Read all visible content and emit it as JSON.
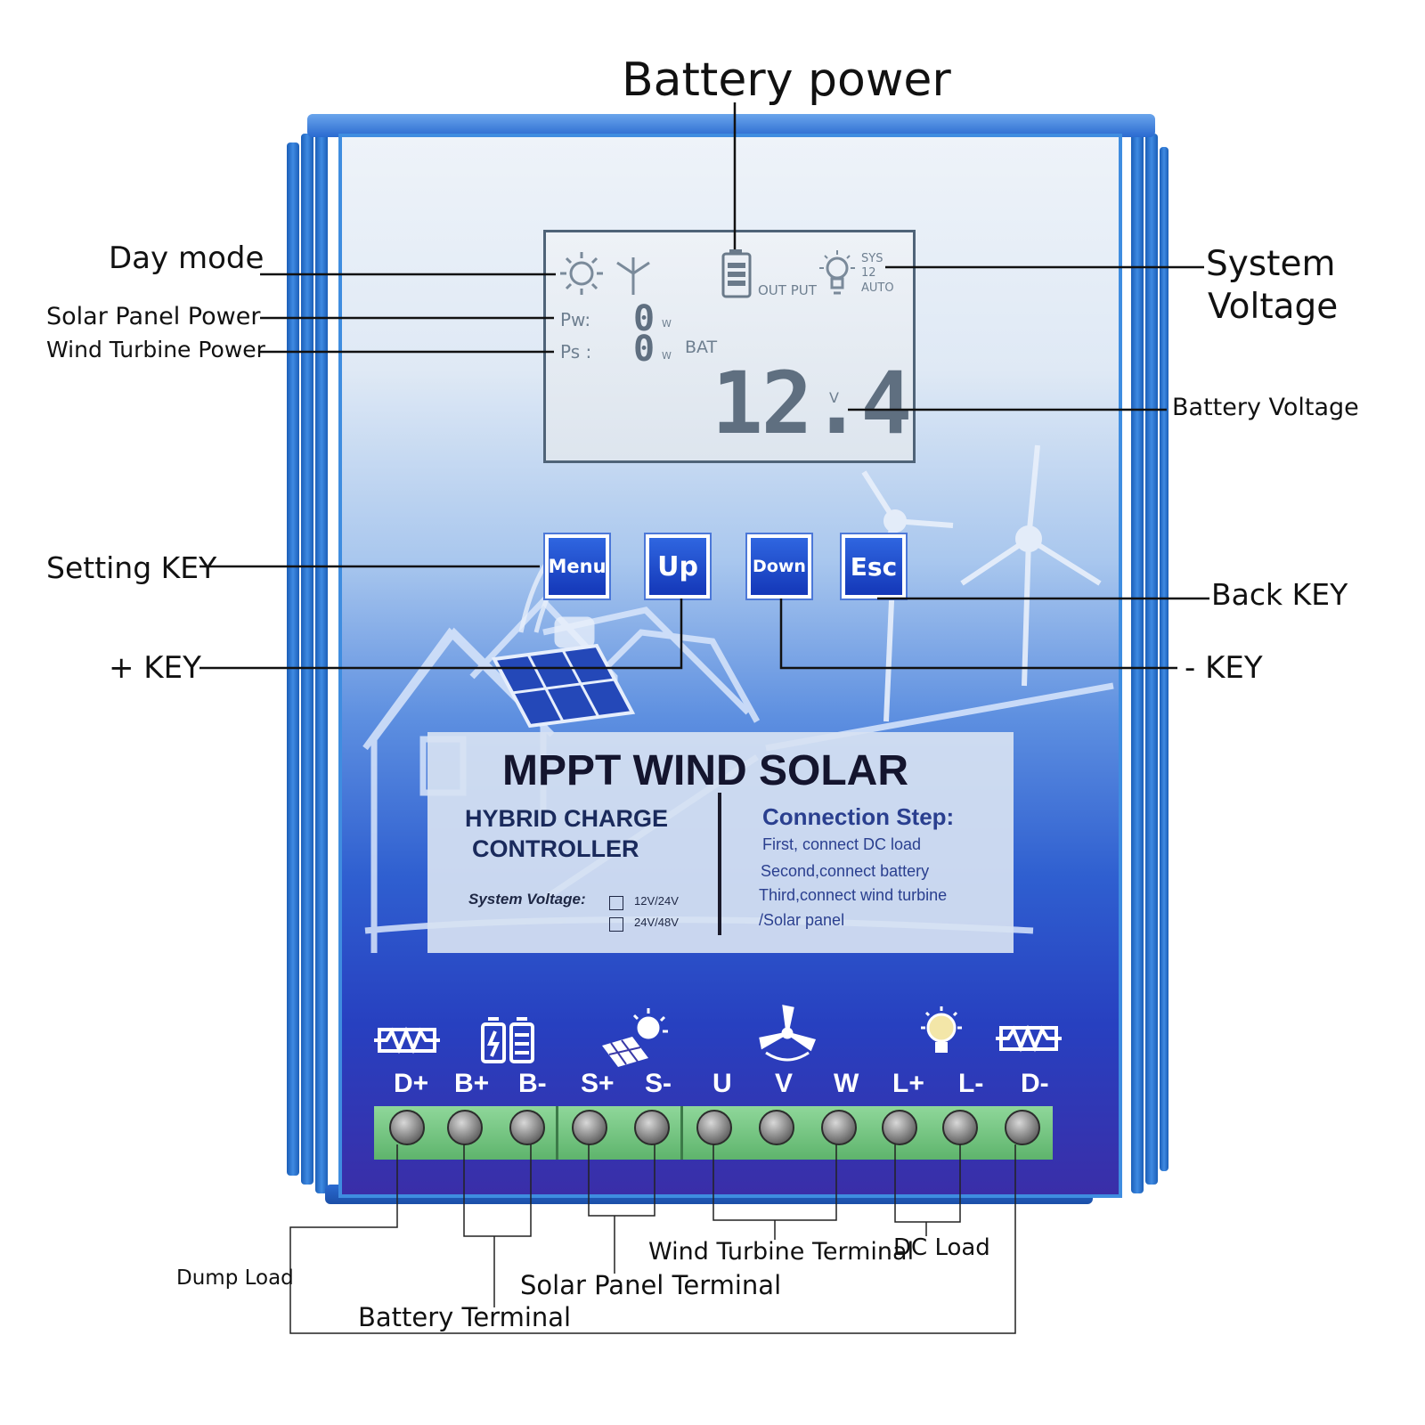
{
  "callouts": {
    "battery_power": "Battery power",
    "day_mode": "Day mode",
    "solar_panel_power": "Solar Panel Power",
    "wind_turbine_power": "Wind Turbine Power",
    "system_voltage_line1": "System",
    "system_voltage_line2": "Voltage",
    "battery_voltage": "Battery Voltage",
    "setting_key": "Setting KEY",
    "plus_key": "+ KEY",
    "back_key": "Back KEY",
    "minus_key": "- KEY",
    "dump_load": "Dump Load",
    "battery_terminal": "Battery Terminal",
    "solar_panel_terminal": "Solar Panel Terminal",
    "wind_turbine_terminal": "Wind Turbine Terminal",
    "dc_load": "DC Load"
  },
  "lcd": {
    "output_label": "OUT PUT",
    "sys_label": "SYS",
    "sys_value": "12",
    "auto_label": "AUTO",
    "pw_label": "Pw:",
    "ps_label": "Ps :",
    "pw_value": "0",
    "ps_value": "0",
    "watt_unit": "W",
    "bat_label": "BAT",
    "battery_voltage": "12.4",
    "volt_unit": "V"
  },
  "keys": {
    "menu": "Menu",
    "up": "Up",
    "down": "Down",
    "esc": "Esc"
  },
  "panel": {
    "title": "MPPT WIND SOLAR",
    "subtitle_line1": "HYBRID CHARGE",
    "subtitle_line2": "CONTROLLER",
    "system_voltage_label": "System Voltage:",
    "voltage_option_1": "12V/24V",
    "voltage_option_2": "24V/48V",
    "connection_title": "Connection Step:",
    "step_1": "First, connect DC load",
    "step_2": "Second,connect battery",
    "step_3": "Third,connect wind turbine",
    "step_4": "/Solar panel"
  },
  "terminals": [
    "D+",
    "B+",
    "B-",
    "S+",
    "S-",
    "U",
    "V",
    "W",
    "L+",
    "L-",
    "D-"
  ],
  "colors": {
    "enclosure_blue": "#2f6fd0",
    "key_blue": "#1f4fd0",
    "terminal_green": "#6cc47a"
  }
}
